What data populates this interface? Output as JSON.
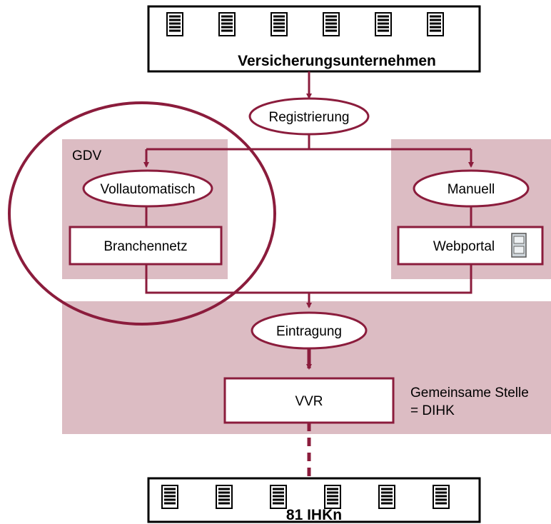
{
  "colors": {
    "line": "#8b1c3c",
    "zone_fill": "#dcbcc3",
    "box_fill": "#ffffff",
    "text": "#000000"
  },
  "top_box": {
    "label": "Versicherungsunternehmen",
    "icon": "document-stack-icon",
    "icon_count": 6
  },
  "registration": {
    "label": "Registrierung"
  },
  "gdv_zone": {
    "label": "GDV"
  },
  "automatic": {
    "label": "Vollautomatisch",
    "system": "Branchennetz"
  },
  "manual": {
    "label": "Manuell",
    "system": "Webportal",
    "icon": "window-icon"
  },
  "entry": {
    "label": "Eintragung",
    "register": "VVR"
  },
  "joint_body": {
    "line1": "Gemeinsame Stelle",
    "line2": "= DIHK"
  },
  "bottom_box": {
    "label": "81 IHKn",
    "icon": "document-stack-icon",
    "icon_count": 6
  }
}
